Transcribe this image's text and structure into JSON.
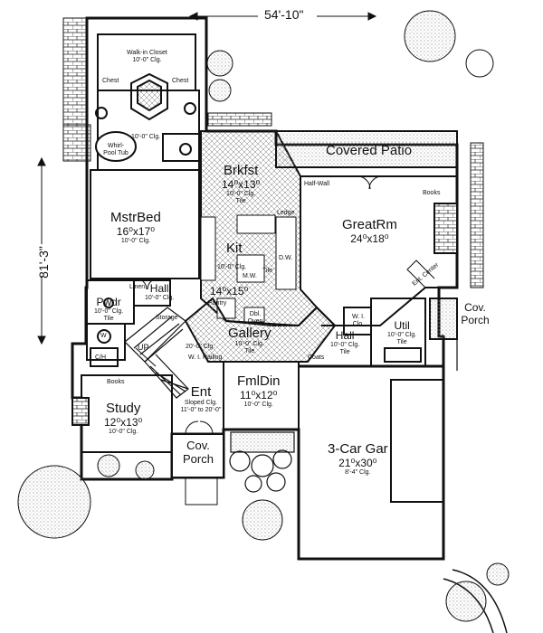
{
  "dimensions": {
    "width": "54'-10\"",
    "depth": "81'-3\""
  },
  "rooms": {
    "walk_in_closet": {
      "name": "Walk-in Closet",
      "ceiling": "10'-0\" Clg."
    },
    "master_bath": {
      "tub": "Whirl-Pool Tub",
      "chest_left": "Chest",
      "chest_right": "Chest",
      "ceiling": "10'-0\" Clg."
    },
    "master_bed": {
      "name": "MstrBed",
      "size": "16⁰x17⁰",
      "ceiling": "10'-0\" Clg."
    },
    "breakfast": {
      "name": "Brkfst",
      "size": "14⁰x13⁰",
      "ceiling": "10'-0\" Clg.",
      "note": "Tile"
    },
    "covered_patio": {
      "name": "Covered Patio"
    },
    "great_room": {
      "name": "GreatRm",
      "size": "24⁰x18⁰",
      "books": "Books",
      "half_wall": "Half-Wall"
    },
    "kitchen": {
      "name": "Kit",
      "size": "14⁰x15⁰",
      "ceiling": "10'-0\" Clg.",
      "note": "Tile",
      "ledge": "Ledge",
      "pantry": "Pantry",
      "dbl_oven": "Dbl. Oven",
      "mw": "M.W.",
      "dw": "D.W."
    },
    "powder": {
      "name": "Pwdr",
      "ceiling": "10'-0\" Clg.",
      "note": "Tile"
    },
    "hall_master": {
      "name": "Hall",
      "ceiling": "10'-0\" Clg.",
      "linen": "Linen"
    },
    "gallery": {
      "name": "Gallery",
      "ceiling": "10'-0\" Clg.",
      "note": "Tile"
    },
    "hall_util": {
      "name": "Hall",
      "ceiling": "10'-0\" Clg.",
      "note": "Tile",
      "coats": "Coats"
    },
    "utility": {
      "name": "Util",
      "ceiling": "10'-0\" Clg.",
      "note": "Tile",
      "wi_closet": "W. I. Clo."
    },
    "cov_porch_side": {
      "name": "Cov. Porch"
    },
    "study": {
      "name": "Study",
      "size": "12⁰x13⁰",
      "ceiling": "10'-0\" Clg.",
      "books": "Books"
    },
    "entry": {
      "name": "Ent",
      "ceiling": "Sloped Clg. 11'-0\" to 20'-0\""
    },
    "family_dining": {
      "name": "FmlDin",
      "size": "11⁰x12⁰",
      "ceiling": "10'-0\" Clg."
    },
    "garage": {
      "name": "3-Car Gar",
      "size": "21⁰x30⁰",
      "ceiling": "8'-4\" Clg."
    },
    "cov_porch_front": {
      "name": "Cov. Porch"
    },
    "stair": {
      "up": "UP",
      "railing": "W. I. Railing",
      "ceiling": "20'-0\" Clg.",
      "storage": "Storage"
    },
    "closet_left": {
      "w": "W",
      "c_h": "C/H"
    },
    "fireplace_note": {
      "label": "Ent. Center"
    }
  }
}
